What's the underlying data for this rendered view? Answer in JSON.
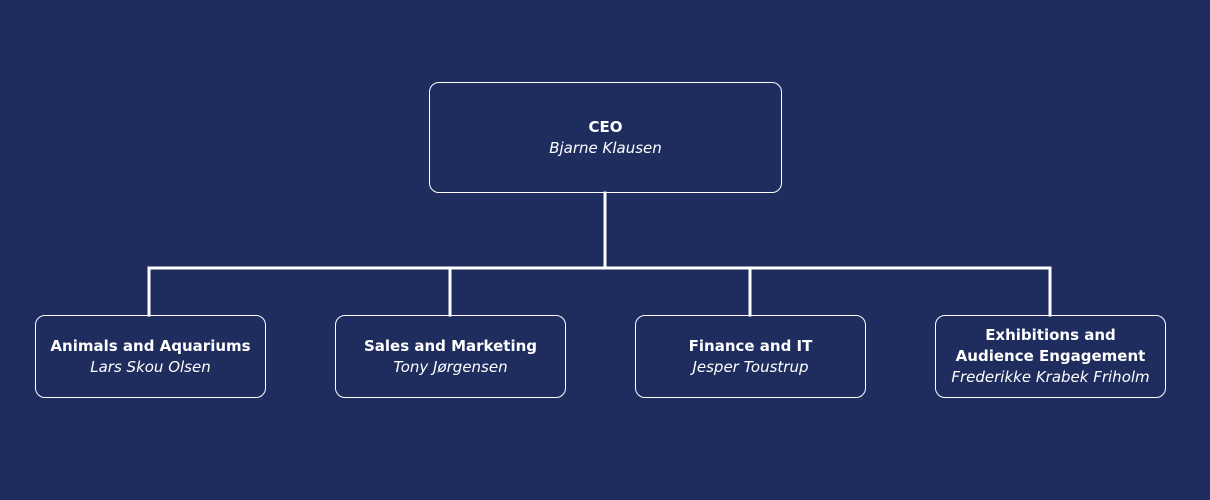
{
  "org_chart": {
    "root": {
      "title": "CEO",
      "name": "Bjarne Klausen"
    },
    "departments": [
      {
        "title": "Animals and Aquariums",
        "name": "Lars Skou Olsen"
      },
      {
        "title": "Sales and Marketing",
        "name": "Tony Jørgensen"
      },
      {
        "title": "Finance and IT",
        "name": "Jesper Toustrup"
      },
      {
        "title": "Exhibitions and Audience Engagement",
        "name": "Frederikke Krabek Friholm"
      }
    ]
  },
  "colors": {
    "background": "#1e2d5e",
    "foreground": "#ffffff"
  }
}
